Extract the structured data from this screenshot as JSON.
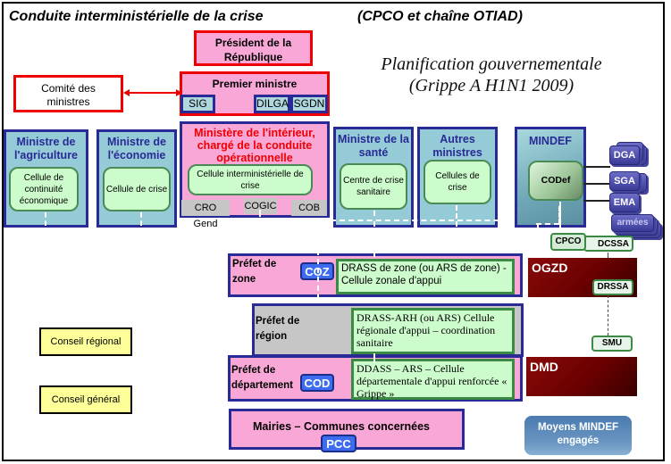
{
  "header": {
    "title_left": "Conduite interministérielle de la crise",
    "title_right": "(CPCO et chaîne OTIAD)",
    "subtitle_line1": "Planification gouvernementale",
    "subtitle_line2": "(Grippe A H1N1 2009)"
  },
  "top": {
    "president": "Président de la République",
    "premier": "Premier ministre",
    "comite": "Comité des ministres",
    "tags": [
      "SIG",
      "DILGA",
      "SGDN"
    ]
  },
  "ministries": {
    "agriculture": {
      "title": "Ministre de l'agriculture",
      "cell": "Cellule de continuité économique"
    },
    "economie": {
      "title": "Ministre de l'économie",
      "cell": "Cellule de crise"
    },
    "interieur": {
      "title": "Ministère de l'intérieur, chargé de la conduite opérationnelle",
      "cell": "Cellule interministérielle de crise",
      "subunits": [
        "CRO Gend",
        "COGIC",
        "COB"
      ]
    },
    "sante": {
      "title": "Ministre de la santé",
      "cell": "Centre de crise sanitaire"
    },
    "autres": {
      "title": "Autres ministres",
      "cell": "Cellules de crise"
    },
    "mindef": {
      "title": "MINDEF",
      "cell": "CODef",
      "stack": [
        "DGA",
        "SGA",
        "EMA",
        "armées"
      ],
      "cpco": "CPCO",
      "dcssa": "DCSSA"
    }
  },
  "territorial": {
    "zone": {
      "prefet": "Préfet de zone",
      "badge": "COZ",
      "cell": "DRASS de zone (ou ARS de zone) - Cellule zonale d'appui"
    },
    "region": {
      "prefet": "Préfet de région",
      "cell": "DRASS-ARH (ou ARS) Cellule régionale d'appui – coordination sanitaire"
    },
    "departement": {
      "prefet": "Préfet de département",
      "badge": "COD",
      "cell": "DDASS – ARS – Cellule départementale d'appui renforcée « Grippe »"
    },
    "mairies": {
      "label": "Mairies – Communes concernées",
      "badge": "PCC"
    }
  },
  "conseils": {
    "regional": "Conseil régional",
    "general": "Conseil général"
  },
  "defense_chain": {
    "ogzd": "OGZD",
    "drssa": "DRSSA",
    "smu": "SMU",
    "dmd": "DMD",
    "moyens": "Moyens MINDEF engagés"
  },
  "colors": {
    "red_border": "#e00000",
    "navy_border": "#2a2a96",
    "pink_fill": "#f9a7d6",
    "teal_fill": "#94cbd6",
    "green_fill": "#ccfccc",
    "maroon": "#6a0000",
    "yellow": "#ffff99"
  }
}
